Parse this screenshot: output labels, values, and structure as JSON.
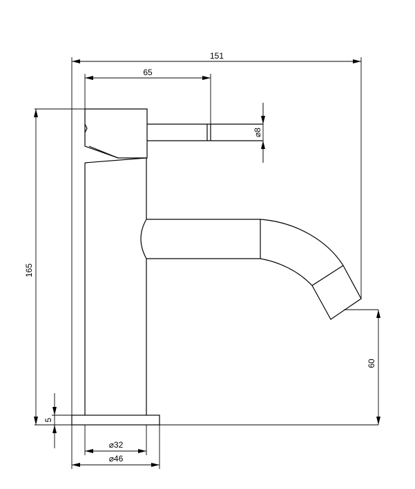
{
  "drawing": {
    "dimensions": {
      "overall_width": "151",
      "lever_reach": "65",
      "lever_diameter": "⌀8",
      "total_height": "165",
      "spout_height": "60",
      "base_thickness": "5",
      "body_diameter": "⌀32",
      "base_diameter": "⌀46"
    }
  }
}
